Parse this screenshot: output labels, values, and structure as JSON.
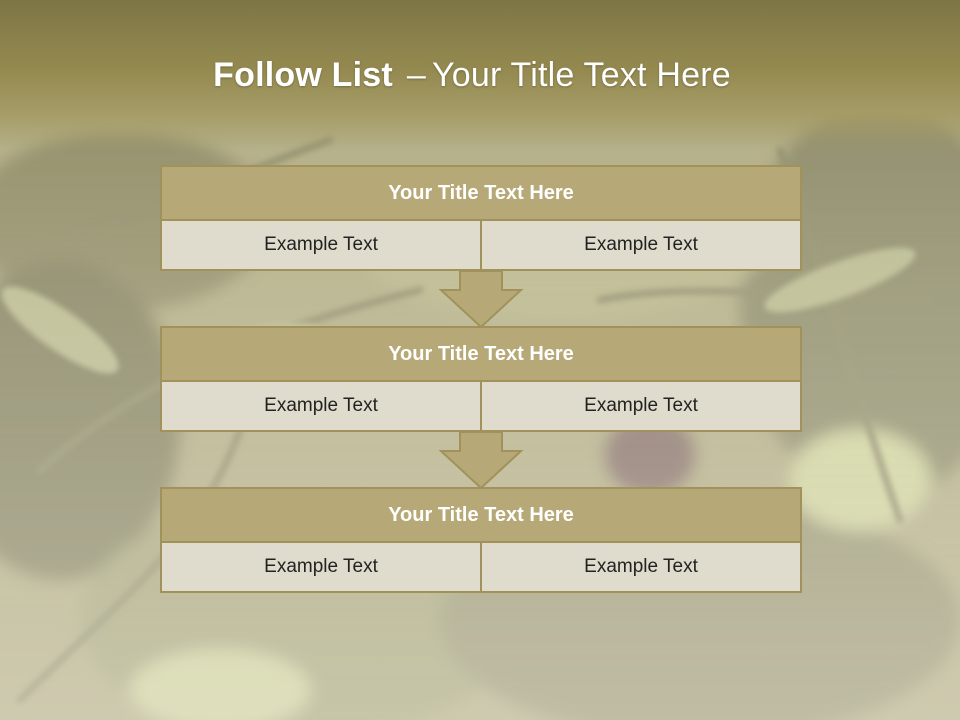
{
  "slide": {
    "title_bold": "Follow List",
    "title_separator": "–",
    "title_rest": "Your Title Text Here"
  },
  "colors": {
    "header": "#93894f",
    "block_title_fill": "#b6a977",
    "block_border": "#a0925a",
    "cell_fill": "#dfdccd"
  },
  "blocks": [
    {
      "title": "Your Title Text Here",
      "left": "Example Text",
      "right": "Example Text"
    },
    {
      "title": "Your Title Text Here",
      "left": "Example Text",
      "right": "Example Text"
    },
    {
      "title": "Your Title Text Here",
      "left": "Example Text",
      "right": "Example Text"
    }
  ],
  "icons": [
    "down-arrow-icon"
  ]
}
